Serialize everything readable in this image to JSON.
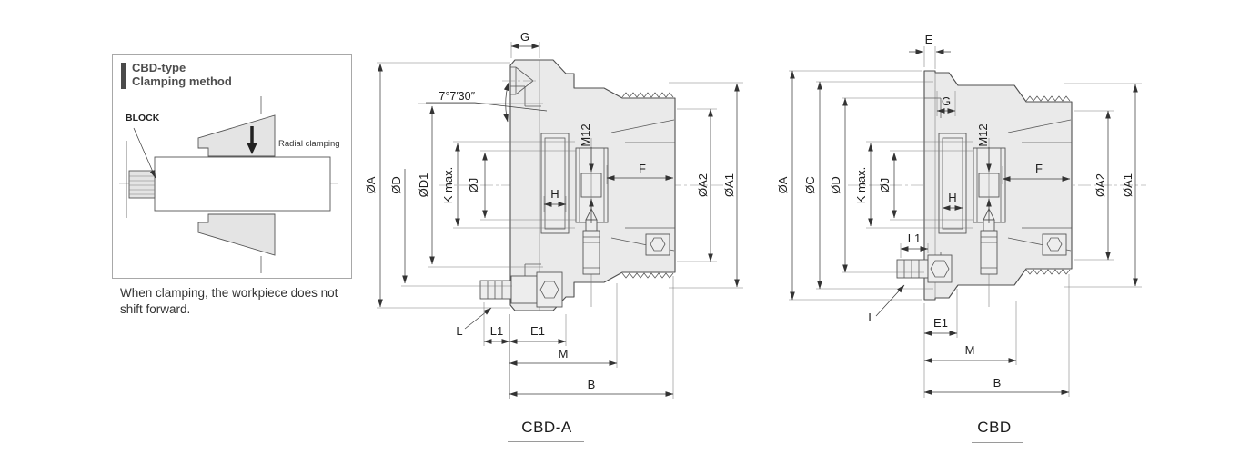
{
  "panel": {
    "heading_line1": "CBD-type",
    "heading_line2": "Clamping method",
    "block_label": "BLOCK",
    "radial_label": "Radial clamping",
    "caption": "When clamping, the workpiece does not shift forward."
  },
  "cbda": {
    "title": "CBD-A",
    "dims": {
      "g": "G",
      "angle": "7°7′30″",
      "da": "ØA",
      "dd": "ØD",
      "dd1": "ØD1",
      "kmax": "K max.",
      "dj": "ØJ",
      "h": "H",
      "m12": "M12",
      "f": "F",
      "da2": "ØA2",
      "da1": "ØA1",
      "l": "L",
      "l1": "L1",
      "e1": "E1",
      "m": "M",
      "b": "B"
    }
  },
  "cbd": {
    "title": "CBD",
    "dims": {
      "e": "E",
      "g": "G",
      "da": "ØA",
      "dc": "ØC",
      "dd": "ØD",
      "kmax": "K max.",
      "dj": "ØJ",
      "h": "H",
      "m12": "M12",
      "f": "F",
      "da2": "ØA2",
      "da1": "ØA1",
      "l1": "L1",
      "l": "L",
      "e1": "E1",
      "m": "M",
      "b": "B"
    }
  },
  "colors": {
    "section_fill": "#eaeaea",
    "outline": "#4f4f4f",
    "dimension_line": "#3f3f3f",
    "accent_bar": "#4a4a4a"
  }
}
